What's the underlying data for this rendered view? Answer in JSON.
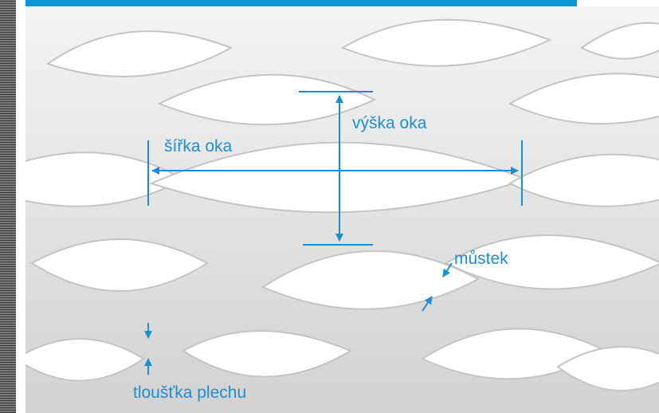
{
  "labels": {
    "height": "výška oka",
    "width": "šířka oka",
    "bridge": "můstek",
    "thickness": "tloušťka plechu"
  },
  "colors": {
    "accent": "#1b8ed6",
    "top_bar": "#0a96d6"
  }
}
